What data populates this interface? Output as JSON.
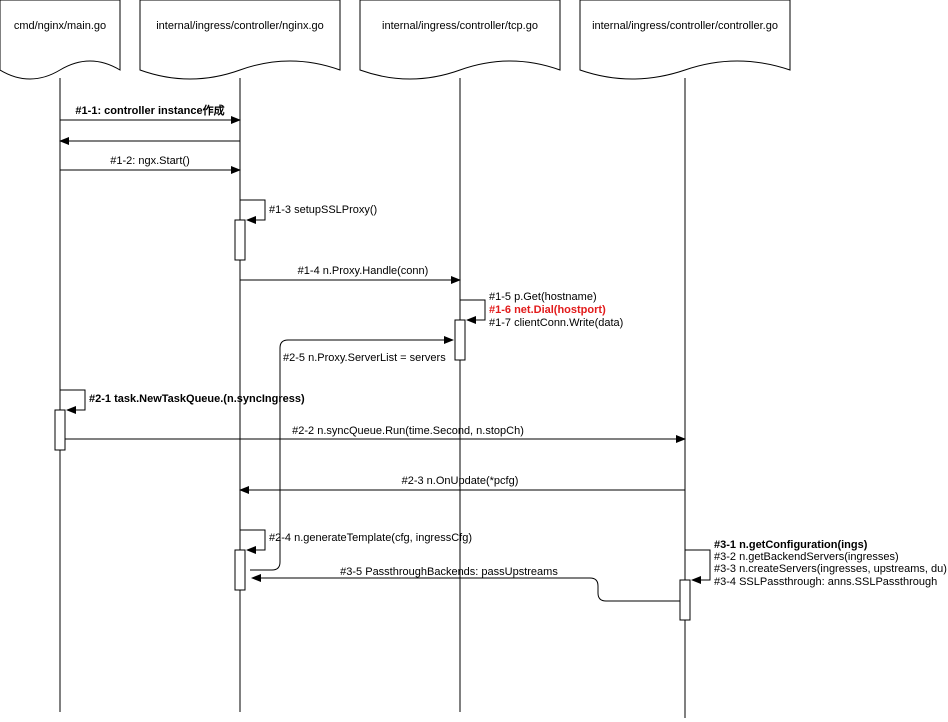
{
  "participants": [
    "cmd/nginx/main.go",
    "internal/ingress/controller/nginx.go",
    "internal/ingress/controller/tcp.go",
    "internal/ingress/controller/controller.go"
  ],
  "messages": {
    "m1_1": "#1-1: controller instance作成",
    "m1_2": "#1-2: ngx.Start()",
    "m1_3": "#1-3 setupSSLProxy()",
    "m1_4": "#1-4 n.Proxy.Handle(conn)",
    "m1_5": "#1-5 p.Get(hostname)",
    "m1_6": "#1-6 net.Dial(hostport)",
    "m1_7": "#1-7 clientConn.Write(data)",
    "m2_5": "#2-5  n.Proxy.ServerList = servers",
    "m2_1_prefix": "#2-1 ",
    "m2_1": "task.NewTaskQueue.(n.syncIngress)",
    "m2_2": "#2-2 n.syncQueue.Run(time.Second, n.stopCh)",
    "m2_3": "#2-3 n.OnUpdate(*pcfg)",
    "m2_4": "#2-4 n.generateTemplate(cfg, ingressCfg)",
    "m3_1": "#3-1 n.getConfiguration(ings)",
    "m3_2": "#3-2 n.getBackendServers(ingresses)",
    "m3_3": "#3-3 n.createServers(ingresses, upstreams, du)",
    "m3_4": "#3-4 SSLPassthrough: anns.SSLPassthrough",
    "m3_5": "#3-5 PassthroughBackends:  passUpstreams"
  },
  "colors": {
    "line": "#000000",
    "highlight": "#e21b1b",
    "background": "#ffffff"
  }
}
